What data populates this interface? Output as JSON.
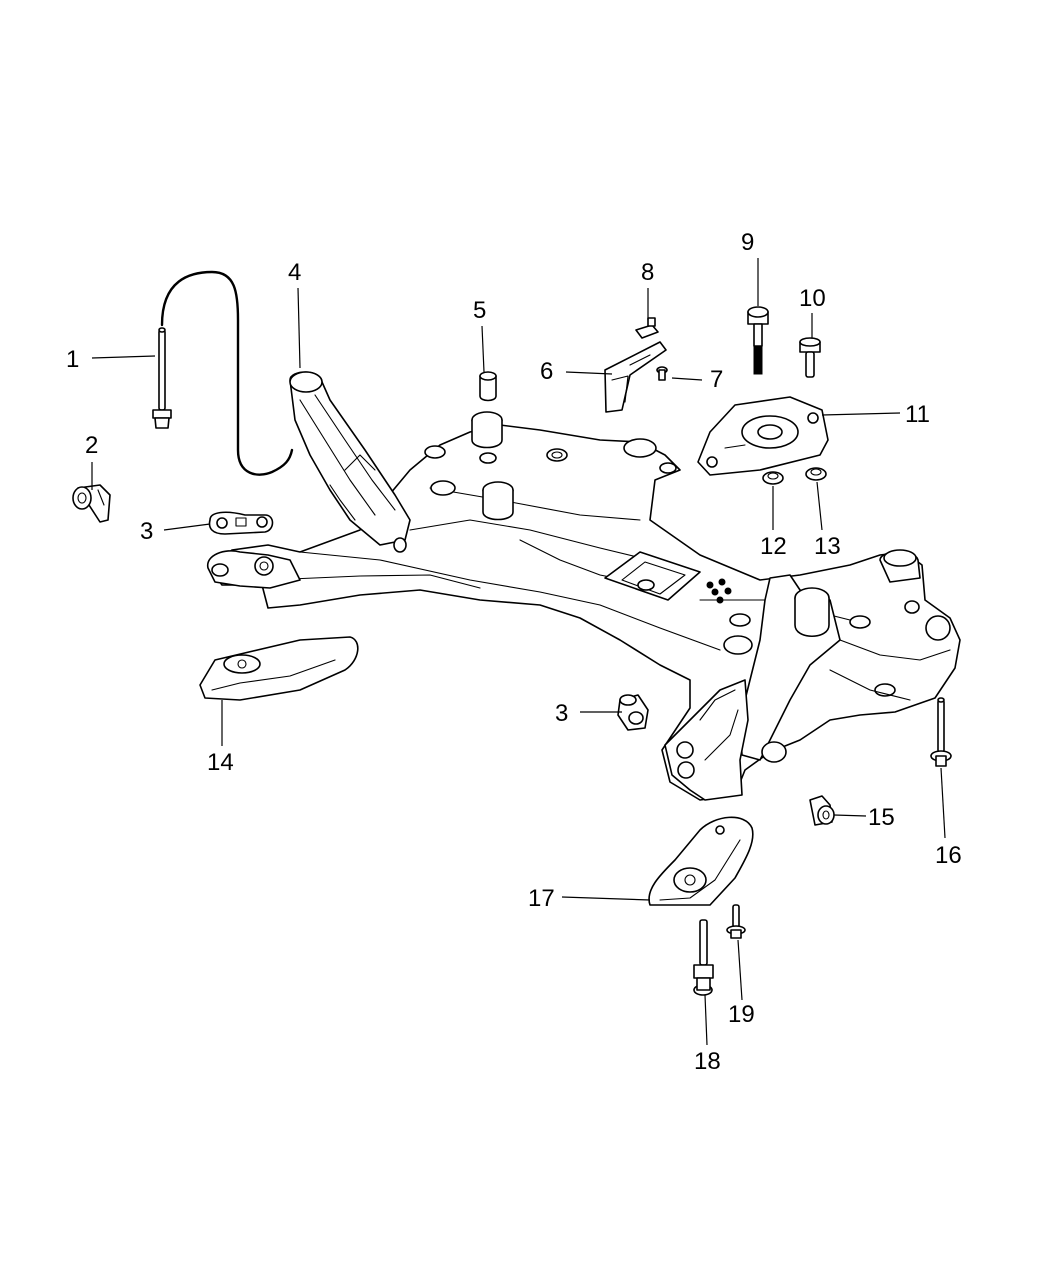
{
  "callouts": [
    {
      "id": "c1",
      "label": "1"
    },
    {
      "id": "c2",
      "label": "2"
    },
    {
      "id": "c3a",
      "label": "3"
    },
    {
      "id": "c3b",
      "label": "3"
    },
    {
      "id": "c4",
      "label": "4"
    },
    {
      "id": "c5",
      "label": "5"
    },
    {
      "id": "c6",
      "label": "6"
    },
    {
      "id": "c7",
      "label": "7"
    },
    {
      "id": "c8",
      "label": "8"
    },
    {
      "id": "c9",
      "label": "9"
    },
    {
      "id": "c10",
      "label": "10"
    },
    {
      "id": "c11",
      "label": "11"
    },
    {
      "id": "c12",
      "label": "12"
    },
    {
      "id": "c13",
      "label": "13"
    },
    {
      "id": "c14",
      "label": "14"
    },
    {
      "id": "c15",
      "label": "15"
    },
    {
      "id": "c16",
      "label": "16"
    },
    {
      "id": "c17",
      "label": "17"
    },
    {
      "id": "c18",
      "label": "18"
    },
    {
      "id": "c19",
      "label": "19"
    }
  ],
  "colors": {
    "line": "#000000",
    "background": "#ffffff"
  }
}
